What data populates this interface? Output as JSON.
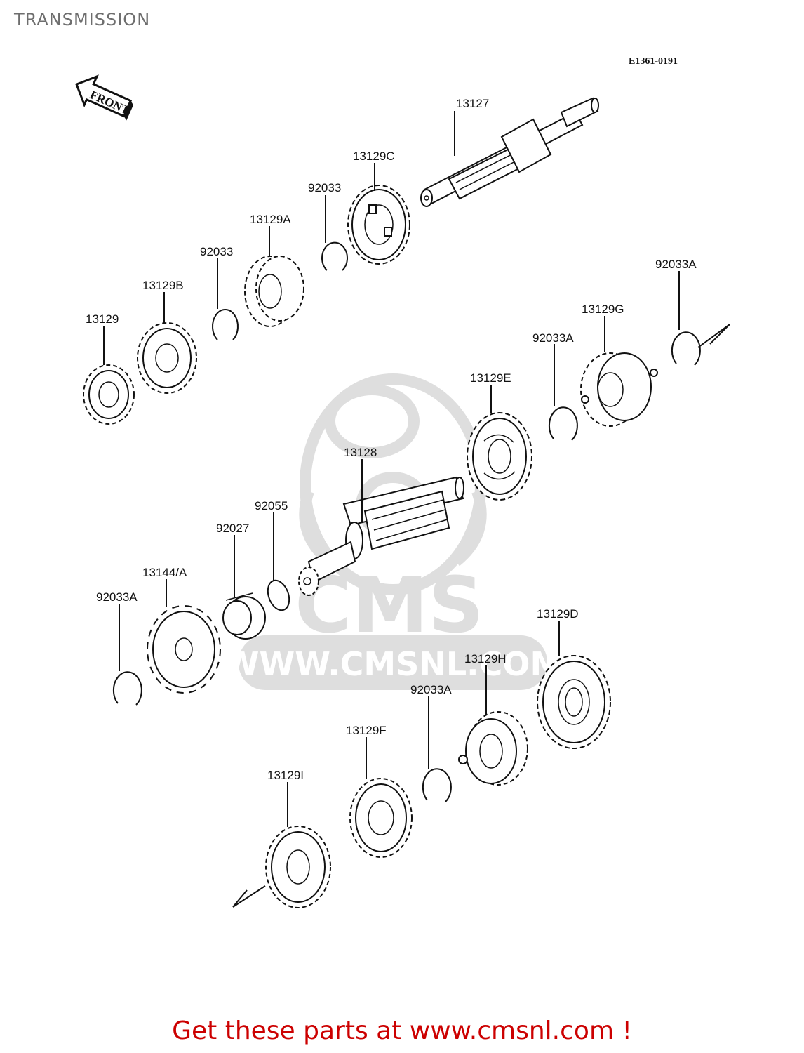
{
  "header": {
    "title": "TRANSMISSION",
    "reference_code": "E1361-0191",
    "front_arrow_label": "FRONT"
  },
  "watermark": {
    "brand": "CMS",
    "url": "WWW.CMSNL.COM",
    "color": "#dedede"
  },
  "parts": [
    {
      "id": "p-13127",
      "number": "13127",
      "type": "input shaft"
    },
    {
      "id": "p-13129C",
      "number": "13129C",
      "type": "gear"
    },
    {
      "id": "p-92033-a",
      "number": "92033",
      "type": "circlip"
    },
    {
      "id": "p-13129A",
      "number": "13129A",
      "type": "gear"
    },
    {
      "id": "p-92033-b",
      "number": "92033",
      "type": "circlip"
    },
    {
      "id": "p-13129B",
      "number": "13129B",
      "type": "gear"
    },
    {
      "id": "p-13129",
      "number": "13129",
      "type": "gear"
    },
    {
      "id": "p-92033A-1",
      "number": "92033A",
      "type": "circlip"
    },
    {
      "id": "p-13129G",
      "number": "13129G",
      "type": "gear"
    },
    {
      "id": "p-92033A-2",
      "number": "92033A",
      "type": "circlip"
    },
    {
      "id": "p-13129E",
      "number": "13129E",
      "type": "gear"
    },
    {
      "id": "p-13128",
      "number": "13128",
      "type": "output shaft"
    },
    {
      "id": "p-92055",
      "number": "92055",
      "type": "o-ring"
    },
    {
      "id": "p-92027",
      "number": "92027",
      "type": "collar"
    },
    {
      "id": "p-13144A",
      "number": "13144/A",
      "type": "sprocket"
    },
    {
      "id": "p-92033A-3",
      "number": "92033A",
      "type": "circlip"
    },
    {
      "id": "p-13129D",
      "number": "13129D",
      "type": "gear"
    },
    {
      "id": "p-13129H",
      "number": "13129H",
      "type": "gear"
    },
    {
      "id": "p-92033A-4",
      "number": "92033A",
      "type": "circlip"
    },
    {
      "id": "p-13129F",
      "number": "13129F",
      "type": "gear"
    },
    {
      "id": "p-13129I",
      "number": "13129I",
      "type": "gear"
    }
  ],
  "labels": {
    "l0": "13127",
    "l1": "13129C",
    "l2": "92033",
    "l3": "13129A",
    "l4": "92033",
    "l5": "13129B",
    "l6": "13129",
    "l7": "92033A",
    "l8": "13129G",
    "l9": "92033A",
    "l10": "13129E",
    "l11": "13128",
    "l12": "92055",
    "l13": "92027",
    "l14": "13144/A",
    "l15": "92033A",
    "l16": "13129D",
    "l17": "13129H",
    "l18": "92033A",
    "l19": "13129F",
    "l20": "13129I"
  },
  "footer": {
    "text": "Get these parts at www.cmsnl.com !",
    "color": "#cc0000"
  }
}
